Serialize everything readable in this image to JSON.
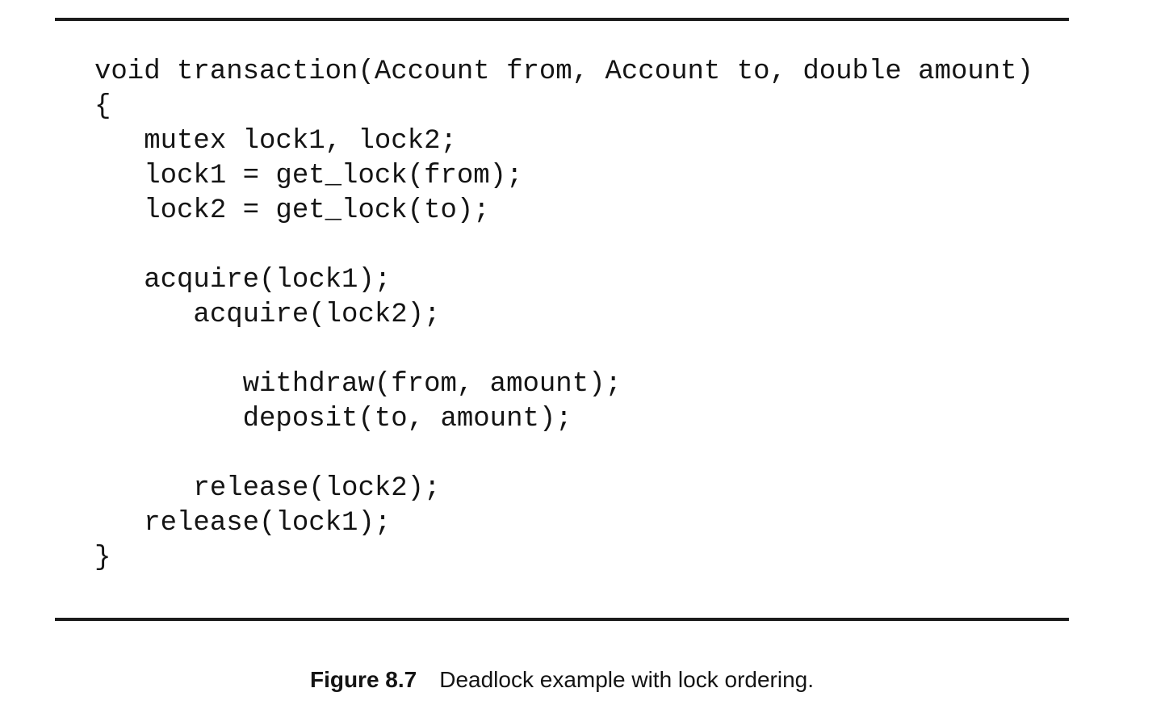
{
  "colors": {
    "background": "#ffffff",
    "text": "#141414",
    "rule": "#1c1c1c"
  },
  "figure": {
    "code_lines": [
      "void transaction(Account from, Account to, double amount)",
      "{",
      "   mutex lock1, lock2;",
      "   lock1 = get_lock(from);",
      "   lock2 = get_lock(to);",
      "",
      "   acquire(lock1);",
      "      acquire(lock2);",
      "",
      "         withdraw(from, amount);",
      "         deposit(to, amount);",
      "",
      "      release(lock2);",
      "   release(lock1);",
      "}"
    ],
    "caption": {
      "label": "Figure 8.7",
      "text": "Deadlock example with lock ordering."
    }
  }
}
